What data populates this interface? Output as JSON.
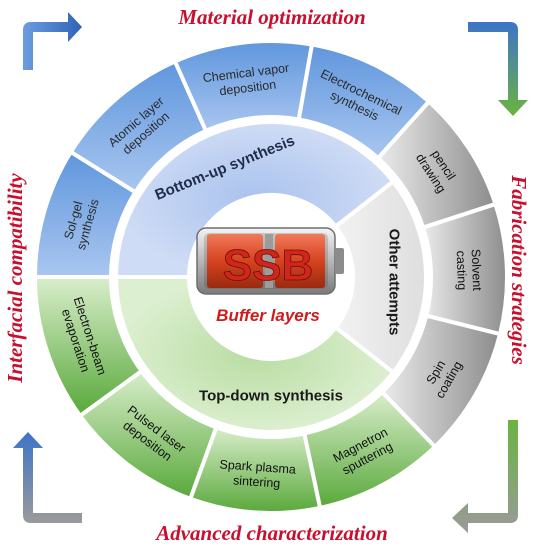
{
  "titles": {
    "top": "Material optimization",
    "right": "Fabrication strategies",
    "bottom": "Advanced characterization",
    "left": "Interfacial compatibility"
  },
  "center": {
    "main": "SSB",
    "sub": "Buffer layers"
  },
  "middle_ring": {
    "top": "Bottom-up synthesis",
    "bottom": "Top-down synthesis",
    "right": "Other attempts"
  },
  "outer_ring": {
    "sol_gel": [
      "Sol-gel",
      "synthesis"
    ],
    "ald": [
      "Atomic layer",
      "deposition"
    ],
    "cvd": [
      "Chemical vapor",
      "deposition"
    ],
    "electrochem": [
      "Electrochemical",
      "synthesis"
    ],
    "pencil": [
      "pencil",
      "drawing"
    ],
    "solvent": [
      "Solvent",
      "casting"
    ],
    "spin": [
      "Spin",
      "coating"
    ],
    "magnetron": [
      "Magnetron",
      "sputtering"
    ],
    "spark": [
      "Spark plasma",
      "sintering"
    ],
    "pld": [
      "Pulsed laser",
      "deposition"
    ],
    "ebeam": [
      "Electron-beam",
      "evaporation"
    ]
  },
  "colors": {
    "title_red": "#c8102e",
    "blue_light": "#b9cff0",
    "blue_dark": "#4f8ad8",
    "green_light": "#c8e6b4",
    "green_dark": "#5aa63c",
    "gray_light": "#e6e6e6",
    "gray_dark": "#8a8a8a",
    "arrow_blue": "#3d74c9",
    "arrow_green": "#6ab43f",
    "arrow_gray": "#9a9a9a"
  }
}
